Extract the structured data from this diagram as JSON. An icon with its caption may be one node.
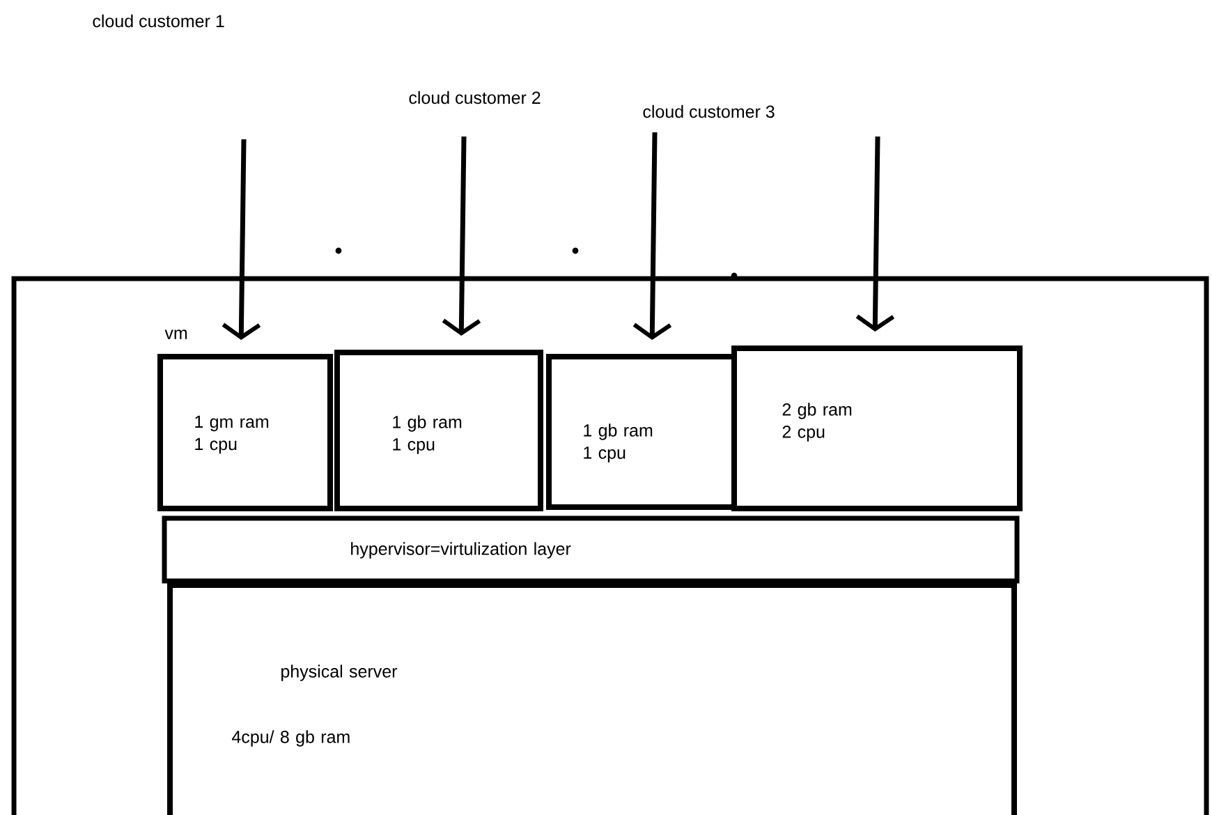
{
  "diagram": {
    "nodes": [
      {
        "text": [],
        "shape": "box"
      },
      {
        "text": [
          "1 gm ram 1 cpu"
        ],
        "in": 0
      },
      {
        "text": [
          "1 gb ram 1 cpu"
        ],
        "in": 0
      },
      {
        "text": [
          "1 gb ram 1 cpu"
        ],
        "in": 0
      },
      {
        "text": [
          "2 gb ram 2 cpu"
        ],
        "in": 0
      },
      {
        "text": [
          "hypervisor=virtulization layer"
        ],
        "in": 0
      },
      {
        "text": [
          "physical server",
          "4cpu/ 8 gb ram"
        ],
        "in": 0
      }
    ],
    "edges": [
      {
        "from": null,
        "to": 1,
        "arrow": "to"
      },
      {
        "from": null,
        "to": 2,
        "arrow": "to"
      },
      {
        "from": null,
        "to": 3,
        "arrow": "to"
      },
      {
        "from": null,
        "to": 4,
        "arrow": "to"
      }
    ],
    "labels": [
      "cloud customer 1",
      "cloud customer 2",
      "cloud customer 3",
      "vm"
    ]
  }
}
